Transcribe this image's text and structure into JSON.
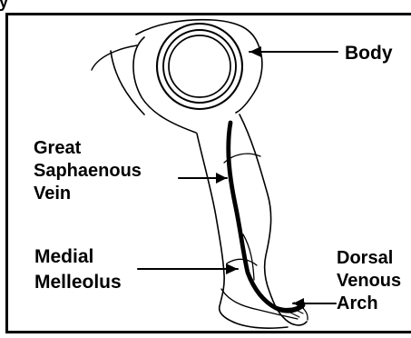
{
  "crop_text": "y",
  "labels": {
    "body": "Body",
    "great_saphaenous_vein": "Great\nSaphaenous\nVein",
    "medial_melleolus": "Medial\nMelleolus",
    "dorsal_venous_arch": "Dorsal\nVenous\nArch"
  },
  "colors": {
    "ink": "#000000",
    "background": "#ffffff"
  }
}
